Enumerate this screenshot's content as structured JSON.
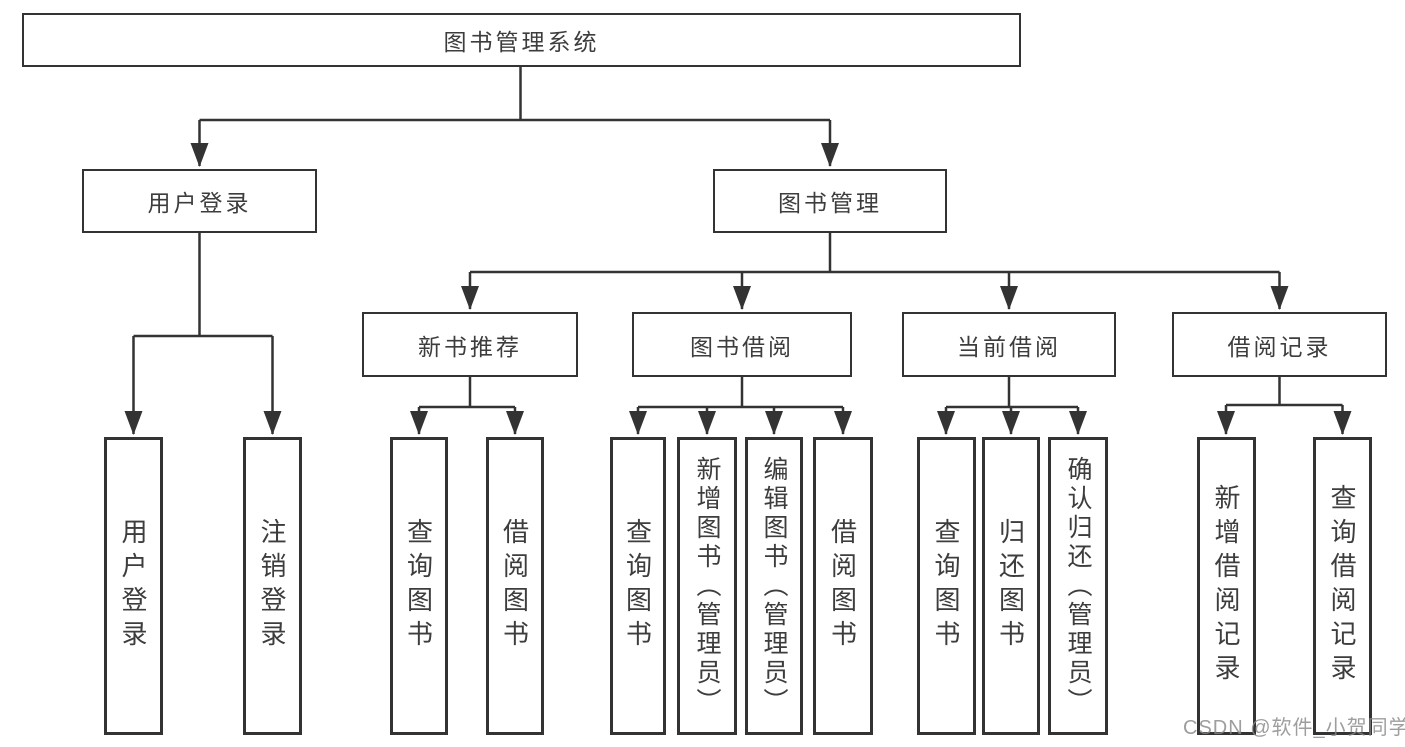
{
  "diagram": {
    "root": {
      "label": "图书管理系统"
    },
    "level2": [
      {
        "label": "用户登录"
      },
      {
        "label": "图书管理"
      }
    ],
    "level3": [
      {
        "label": "新书推荐",
        "parent": "图书管理"
      },
      {
        "label": "图书借阅",
        "parent": "图书管理"
      },
      {
        "label": "当前借阅",
        "parent": "图书管理"
      },
      {
        "label": "借阅记录",
        "parent": "图书管理"
      }
    ],
    "leaves": [
      {
        "label": "用户登录",
        "parent": "用户登录"
      },
      {
        "label": "注销登录",
        "parent": "用户登录"
      },
      {
        "label": "查询图书",
        "parent": "新书推荐"
      },
      {
        "label": "借阅图书",
        "parent": "新书推荐"
      },
      {
        "label": "查询图书",
        "parent": "图书借阅"
      },
      {
        "label": "新增图书（管理员）",
        "parent": "图书借阅"
      },
      {
        "label": "编辑图书（管理员）",
        "parent": "图书借阅"
      },
      {
        "label": "借阅图书",
        "parent": "图书借阅"
      },
      {
        "label": "查询图书",
        "parent": "当前借阅"
      },
      {
        "label": "归还图书",
        "parent": "当前借阅"
      },
      {
        "label": "确认归还（管理员）",
        "parent": "当前借阅"
      },
      {
        "label": "新增借阅记录",
        "parent": "借阅记录"
      },
      {
        "label": "查询借阅记录",
        "parent": "借阅记录"
      }
    ]
  },
  "watermark": {
    "text": "CSDN @软件_小贺同学"
  },
  "colors": {
    "border": "#333333",
    "line": "#333333",
    "text": "#3d3d3d",
    "background": "#ffffff",
    "watermark": "#898989"
  }
}
